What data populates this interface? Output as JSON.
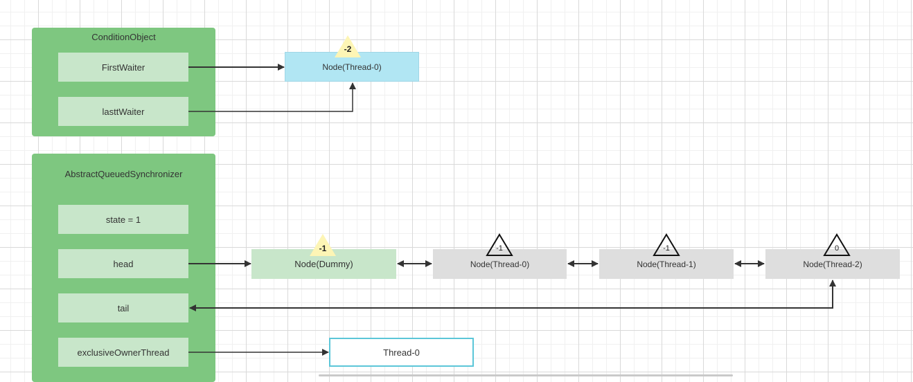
{
  "condition_object": {
    "title": "ConditionObject",
    "fields": {
      "first_waiter": "FirstWaiter",
      "last_waiter": "lasttWaiter"
    }
  },
  "aqs": {
    "title": "AbstractQueuedSynchronizer",
    "fields": {
      "state": "state = 1",
      "head": "head",
      "tail": "tail",
      "exclusive_owner_thread": "exclusiveOwnerThread"
    }
  },
  "condition_node": {
    "label": "Node(Thread-0)",
    "wait_status": "-2"
  },
  "queue_nodes": [
    {
      "label": "Node(Dummy)",
      "wait_status": "-1"
    },
    {
      "label": "Node(Thread-0)",
      "wait_status": "-1"
    },
    {
      "label": "Node(Thread-1)",
      "wait_status": "-1"
    },
    {
      "label": "Node(Thread-2)",
      "wait_status": "0"
    }
  ],
  "owner_thread": {
    "label": "Thread-0"
  },
  "colors": {
    "group_green": "#7ec780",
    "field_green": "#c8e6ca",
    "condition_node_blue": "#b1e6f3",
    "queue_node_gray": "#dedede",
    "status_yellow": "#fdf5b5",
    "thread_border": "#5bc6d8",
    "arrow": "#333333"
  }
}
